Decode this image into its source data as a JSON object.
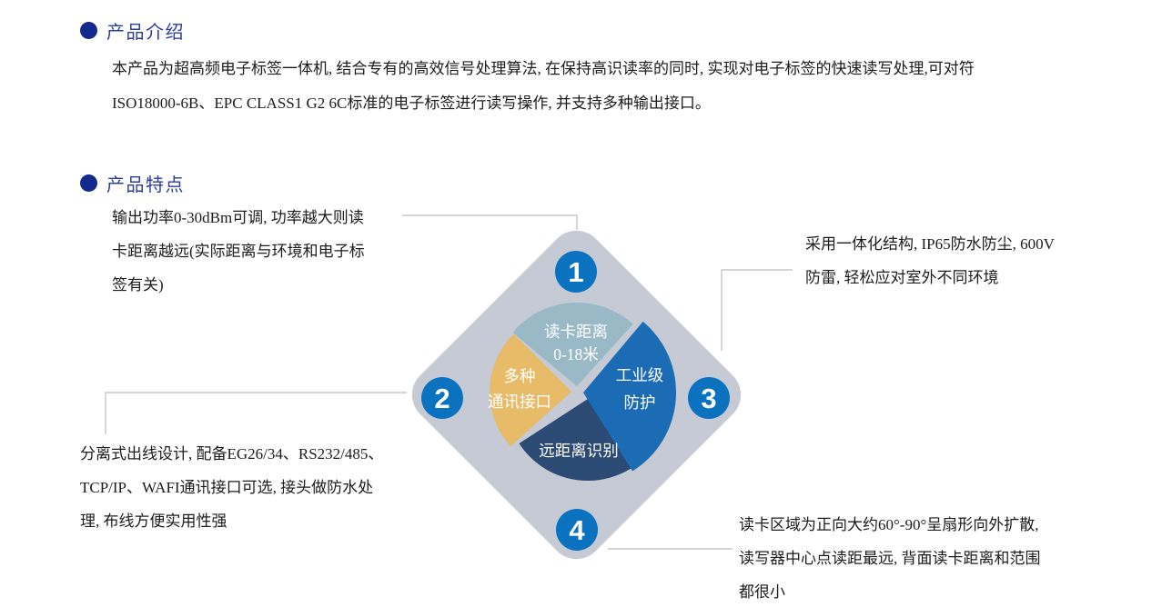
{
  "intro": {
    "title": "产品介绍",
    "lines": [
      "本产品为超高频电子标签一体机, 结合专有的高效信号处理算法, 在保持高识读率的同时, 实现对电子标签的快速读写处理,可对符",
      "ISO18000-6B、EPC CLASS1 G2 6C标准的电子标签进行读写操作, 并支持多种输出接口。"
    ]
  },
  "features": {
    "title": "产品特点",
    "items": [
      {
        "number": "1",
        "lines": [
          "输出功率0-30dBm可调, 功率越大则读",
          "卡距离越远(实际距离与环境和电子标",
          "签有关)"
        ]
      },
      {
        "number": "2",
        "lines": [
          "分离式出线设计, 配备EG26/34、RS232/485、",
          "TCP/IP、WAFI通讯接口可选, 接头做防水处",
          "理, 布线方便实用性强"
        ]
      },
      {
        "number": "3",
        "lines": [
          "采用一体化结构, IP65防水防尘, 600V",
          "防雷, 轻松应对室外不同环境"
        ]
      },
      {
        "number": "4",
        "lines": [
          "读卡区域为正向大约60°-90°呈扇形向外扩散,",
          "读写器中心点读距最远, 背面读卡距离和范围",
          "都很小"
        ]
      }
    ]
  },
  "diagram": {
    "diamond_color": "#c5cad4",
    "badge_color": "#0b72c0",
    "connector_color": "#bcbcbc",
    "badges": [
      {
        "number": "1"
      },
      {
        "number": "2"
      },
      {
        "number": "3"
      },
      {
        "number": "4"
      }
    ],
    "segments": [
      {
        "name": "read-distance",
        "lines": [
          "读卡距离",
          "0-18米"
        ],
        "color": "#9ab9c7"
      },
      {
        "name": "industrial-protection",
        "lines": [
          "工业级",
          "防护"
        ],
        "color": "#1b6cb5"
      },
      {
        "name": "long-range-identification",
        "lines": [
          "远距离识别"
        ],
        "color": "#2b4a74"
      },
      {
        "name": "multi-comm-interface",
        "lines": [
          "多种",
          "通讯接口"
        ],
        "color": "#e8bb69"
      }
    ]
  },
  "colors": {
    "heading_text": "#2b3da1",
    "bullet": "#14298e",
    "body_text": "#1c1c1c",
    "background": "#ffffff"
  }
}
